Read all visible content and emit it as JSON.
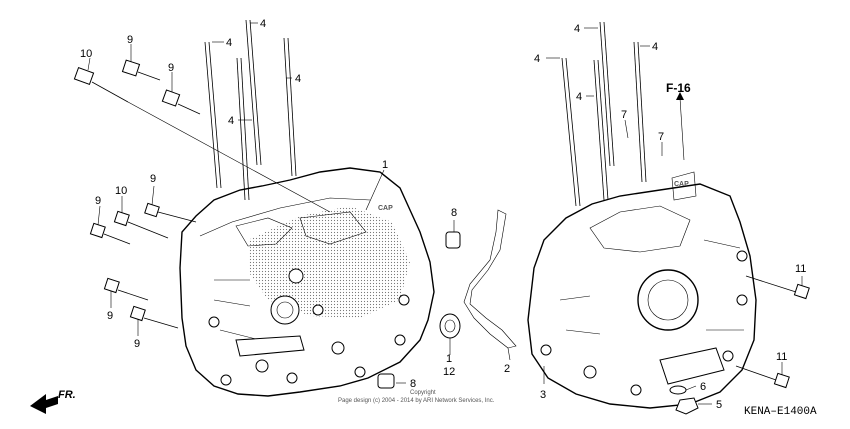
{
  "diagram": {
    "reference_tag": "F-16",
    "figure_code": "KENA–E1400A",
    "front_marker": "FR.",
    "copyright_line1": "Copyright",
    "copyright_line2": "Page design (c) 2004 - 2014 by ARI Network Services, Inc.",
    "cap_labels": [
      "CAP",
      "CAP"
    ]
  },
  "callouts": {
    "c4a": "4",
    "c4b": "4",
    "c4c": "4",
    "c4d": "4",
    "c10a": "10",
    "c9a": "9",
    "c9b": "9",
    "c1": "1",
    "c9c": "9",
    "c10b": "10",
    "c9d": "9",
    "c9e": "9",
    "c9f": "9",
    "c8a": "8",
    "c1b": "1",
    "c12": "12",
    "c8b": "8",
    "c4e": "4",
    "c4f": "4",
    "c4g": "4",
    "c4h": "4",
    "c7a": "7",
    "c7b": "7",
    "c11a": "11",
    "c11b": "11",
    "c2": "2",
    "c3": "3",
    "c6": "6",
    "c5": "5"
  },
  "colors": {
    "line": "#000000",
    "background": "#ffffff",
    "hatch": "#7a7a7a"
  }
}
